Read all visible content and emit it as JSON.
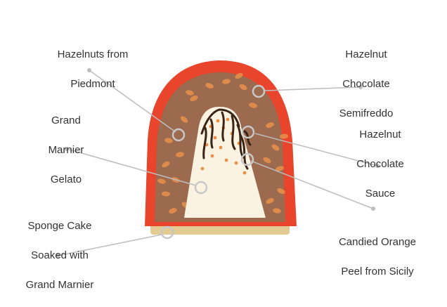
{
  "colors": {
    "shell_red": "#e8452c",
    "gelato_brown": "#9b6a4f",
    "hazelnut_orange": "#e8904a",
    "cream": "#fbf3e1",
    "sauce_dark": "#3a2418",
    "sponge": "#e3cb93",
    "line_gray": "#bdbdbd",
    "text": "#333333"
  },
  "labels": [
    {
      "id": "hazelnuts",
      "lines": [
        "Hazelnuts from",
        "Piedmont"
      ]
    },
    {
      "id": "semifreddo",
      "lines": [
        "Hazelnut",
        "Chocolate",
        "Semifreddo"
      ]
    },
    {
      "id": "gelato",
      "lines": [
        "Grand",
        "Marnier",
        "Gelato"
      ]
    },
    {
      "id": "sauce",
      "lines": [
        "Hazelnut",
        "Chocolate",
        "Sauce"
      ]
    },
    {
      "id": "sponge",
      "lines": [
        "Sponge Cake",
        "Soaked with",
        "Grand Marnier"
      ]
    },
    {
      "id": "orange",
      "lines": [
        "Candied Orange",
        "Peel from Sicily"
      ]
    }
  ]
}
